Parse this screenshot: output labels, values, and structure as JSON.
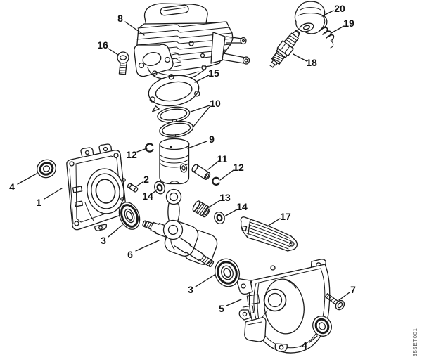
{
  "figure": {
    "code": "355ET001"
  },
  "colors": {
    "line": "#1a1a1a",
    "background": "#ffffff"
  },
  "callouts": [
    {
      "label": "8",
      "part": "cylinder"
    },
    {
      "label": "16",
      "part": "cylinder-screw"
    },
    {
      "label": "20",
      "part": "spark-plug-boot"
    },
    {
      "label": "19",
      "part": "boot-spring"
    },
    {
      "label": "18",
      "part": "spark-plug"
    },
    {
      "label": "15",
      "part": "cylinder-gasket"
    },
    {
      "label": "10",
      "part": "piston-ring-set"
    },
    {
      "label": "9",
      "part": "piston"
    },
    {
      "label": "12",
      "part": "circlip-left"
    },
    {
      "label": "11",
      "part": "piston-pin"
    },
    {
      "label": "12",
      "part": "circlip-right"
    },
    {
      "label": "4",
      "part": "oil-seal-left"
    },
    {
      "label": "1",
      "part": "crankcase-half-left"
    },
    {
      "label": "2",
      "part": "dowel-pin"
    },
    {
      "label": "14",
      "part": "washer-left"
    },
    {
      "label": "3",
      "part": "ball-bearing-left"
    },
    {
      "label": "6",
      "part": "crankshaft"
    },
    {
      "label": "13",
      "part": "needle-bearing-cage"
    },
    {
      "label": "14",
      "part": "washer-right"
    },
    {
      "label": "17",
      "part": "cooling-baffle"
    },
    {
      "label": "3",
      "part": "ball-bearing-right"
    },
    {
      "label": "5",
      "part": "crankcase-half-right"
    },
    {
      "label": "7",
      "part": "crankcase-screw"
    },
    {
      "label": "4",
      "part": "oil-seal-right"
    }
  ]
}
